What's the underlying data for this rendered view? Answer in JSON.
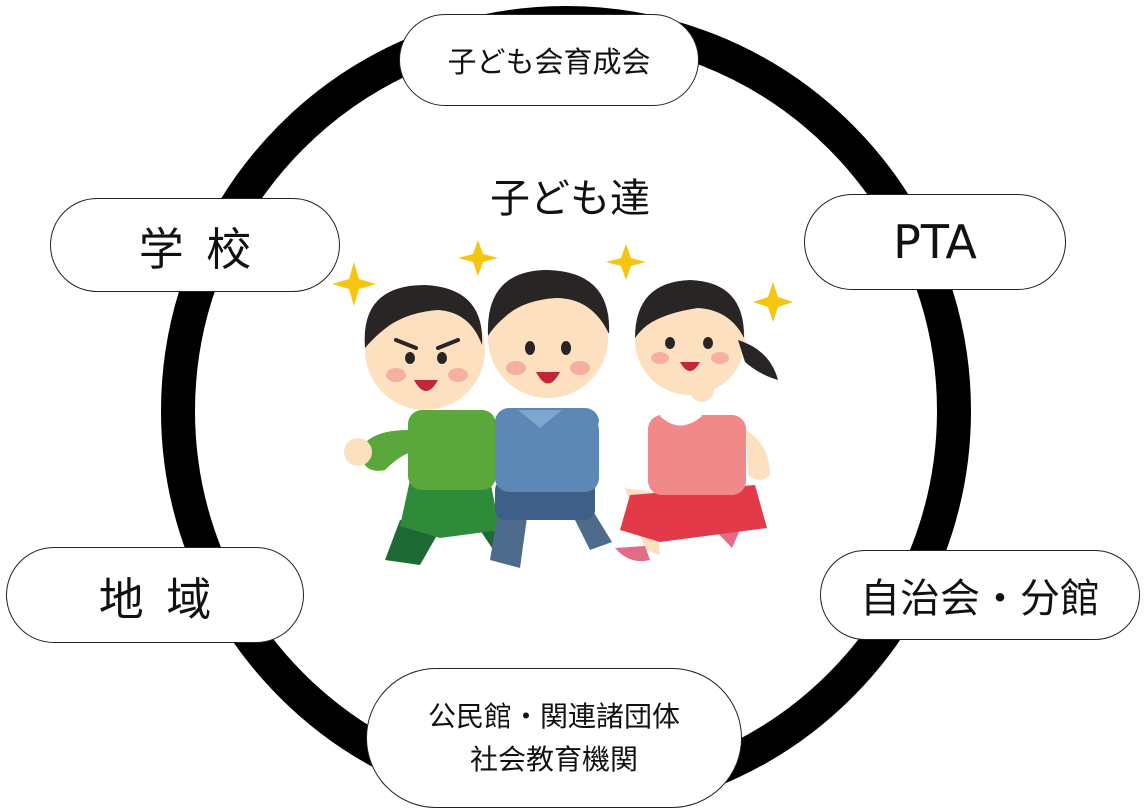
{
  "center": {
    "title": "子ども達"
  },
  "nodes": {
    "ikuseikai": "子ども会育成会",
    "gakko": "学校",
    "pta": "PTA",
    "chiiki": "地域",
    "jichikai": "自治会・分館",
    "kominkan_line1": "公民館・関連諸団体",
    "kominkan_line2": "社会教育機関"
  },
  "illustration": {
    "icon": "three-running-children-illustration"
  },
  "colors": {
    "ring": "#000000",
    "star": "#f6c50f",
    "shirt_green": "#5aa83c",
    "shirt_blue": "#5d87b5",
    "dress_pink": "#f08a8a",
    "skirt_red": "#e33a4a",
    "hair": "#2a2525",
    "skin": "#fde0c0"
  }
}
